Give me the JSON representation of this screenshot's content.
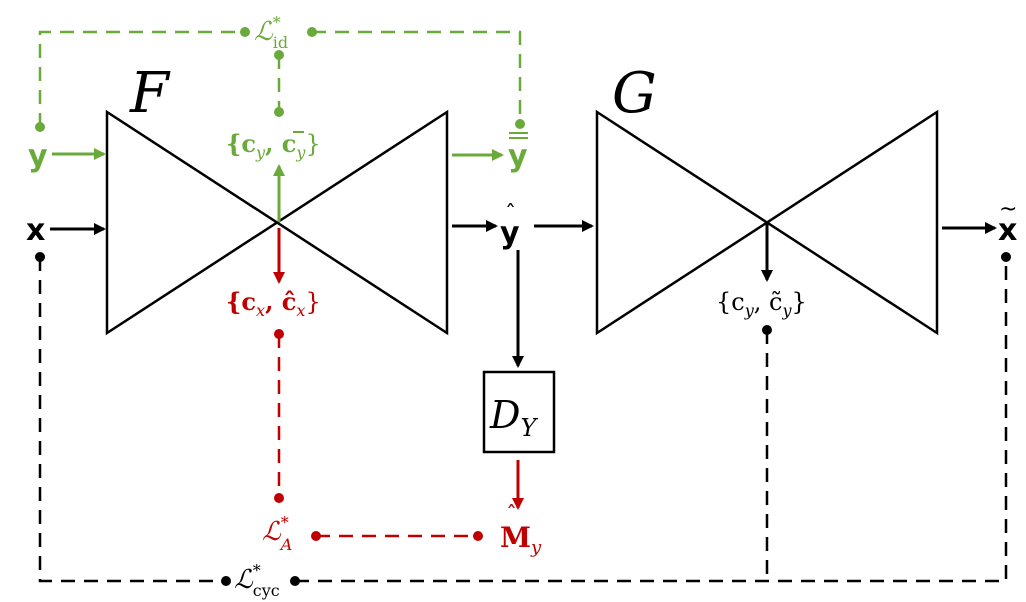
{
  "colors": {
    "black": "#000000",
    "green": "#6aaa3a",
    "red": "#c00000"
  },
  "blocks": {
    "F": "F",
    "G": "G",
    "D_main": "D",
    "D_sub": "Y"
  },
  "labels": {
    "x_input": "x",
    "y_input": "y",
    "y_bar": "y",
    "y_hat": "y",
    "x_tilde": "x",
    "c_y_bar": "{c",
    "c_y_bar_sub": "y",
    "c_y_bar_mid": ", c",
    "c_y_bar_sub2": "y",
    "c_y_bar_end": "}",
    "c_x_hat": "{c",
    "c_x_hat_sub": "x",
    "c_x_hat_mid": ", ĉ",
    "c_x_hat_sub2": "x",
    "c_x_hat_end": "}",
    "c_y_tilde": "{c",
    "c_y_tilde_sub": "y",
    "c_y_tilde_mid": ", c̃",
    "c_y_tilde_sub2": "y",
    "c_y_tilde_end": "}",
    "m_hat": "M",
    "m_hat_sub": "y"
  },
  "losses": {
    "id_main": "ℒ",
    "id_sup": "*",
    "id_sub": "id",
    "a_main": "ℒ",
    "a_sup": "*",
    "a_sub": "A",
    "cyc_main": "ℒ",
    "cyc_sup": "*",
    "cyc_sub": "cyc"
  }
}
